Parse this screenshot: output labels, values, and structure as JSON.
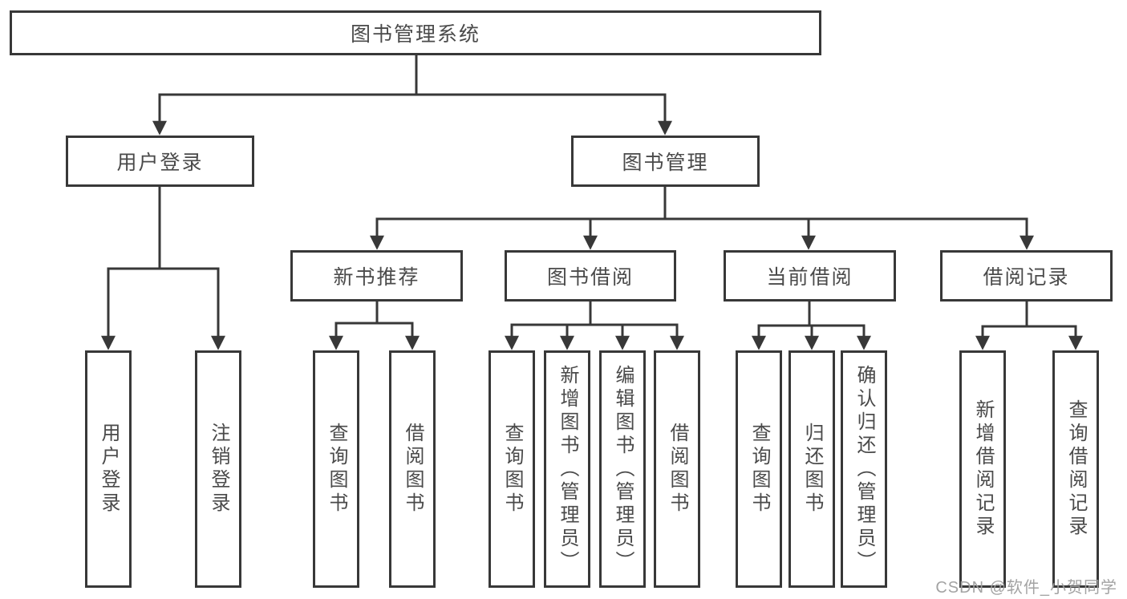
{
  "diagram": {
    "type": "hierarchy-tree",
    "line_color": "#383838",
    "text_color": "#4a4a4a",
    "watermark_color": "#9e9e9e",
    "tree": {
      "root": {
        "label": "图书管理系统",
        "children": [
          {
            "label": "用户登录",
            "children": [
              {
                "label": "用户登录"
              },
              {
                "label": "注销登录"
              }
            ]
          },
          {
            "label": "图书管理",
            "children": [
              {
                "label": "新书推荐",
                "children": [
                  {
                    "label": "查询图书"
                  },
                  {
                    "label": "借阅图书"
                  }
                ]
              },
              {
                "label": "图书借阅",
                "children": [
                  {
                    "label": "查询图书"
                  },
                  {
                    "label": "新增图书（管理员）"
                  },
                  {
                    "label": "编辑图书（管理员）"
                  },
                  {
                    "label": "借阅图书"
                  }
                ]
              },
              {
                "label": "当前借阅",
                "children": [
                  {
                    "label": "查询图书"
                  },
                  {
                    "label": "归还图书"
                  },
                  {
                    "label": "确认归还（管理员）"
                  }
                ]
              },
              {
                "label": "借阅记录",
                "children": [
                  {
                    "label": "新增借阅记录"
                  },
                  {
                    "label": "查询借阅记录"
                  }
                ]
              }
            ]
          }
        ]
      }
    },
    "watermark": "CSDN @软件_小贺同学"
  }
}
